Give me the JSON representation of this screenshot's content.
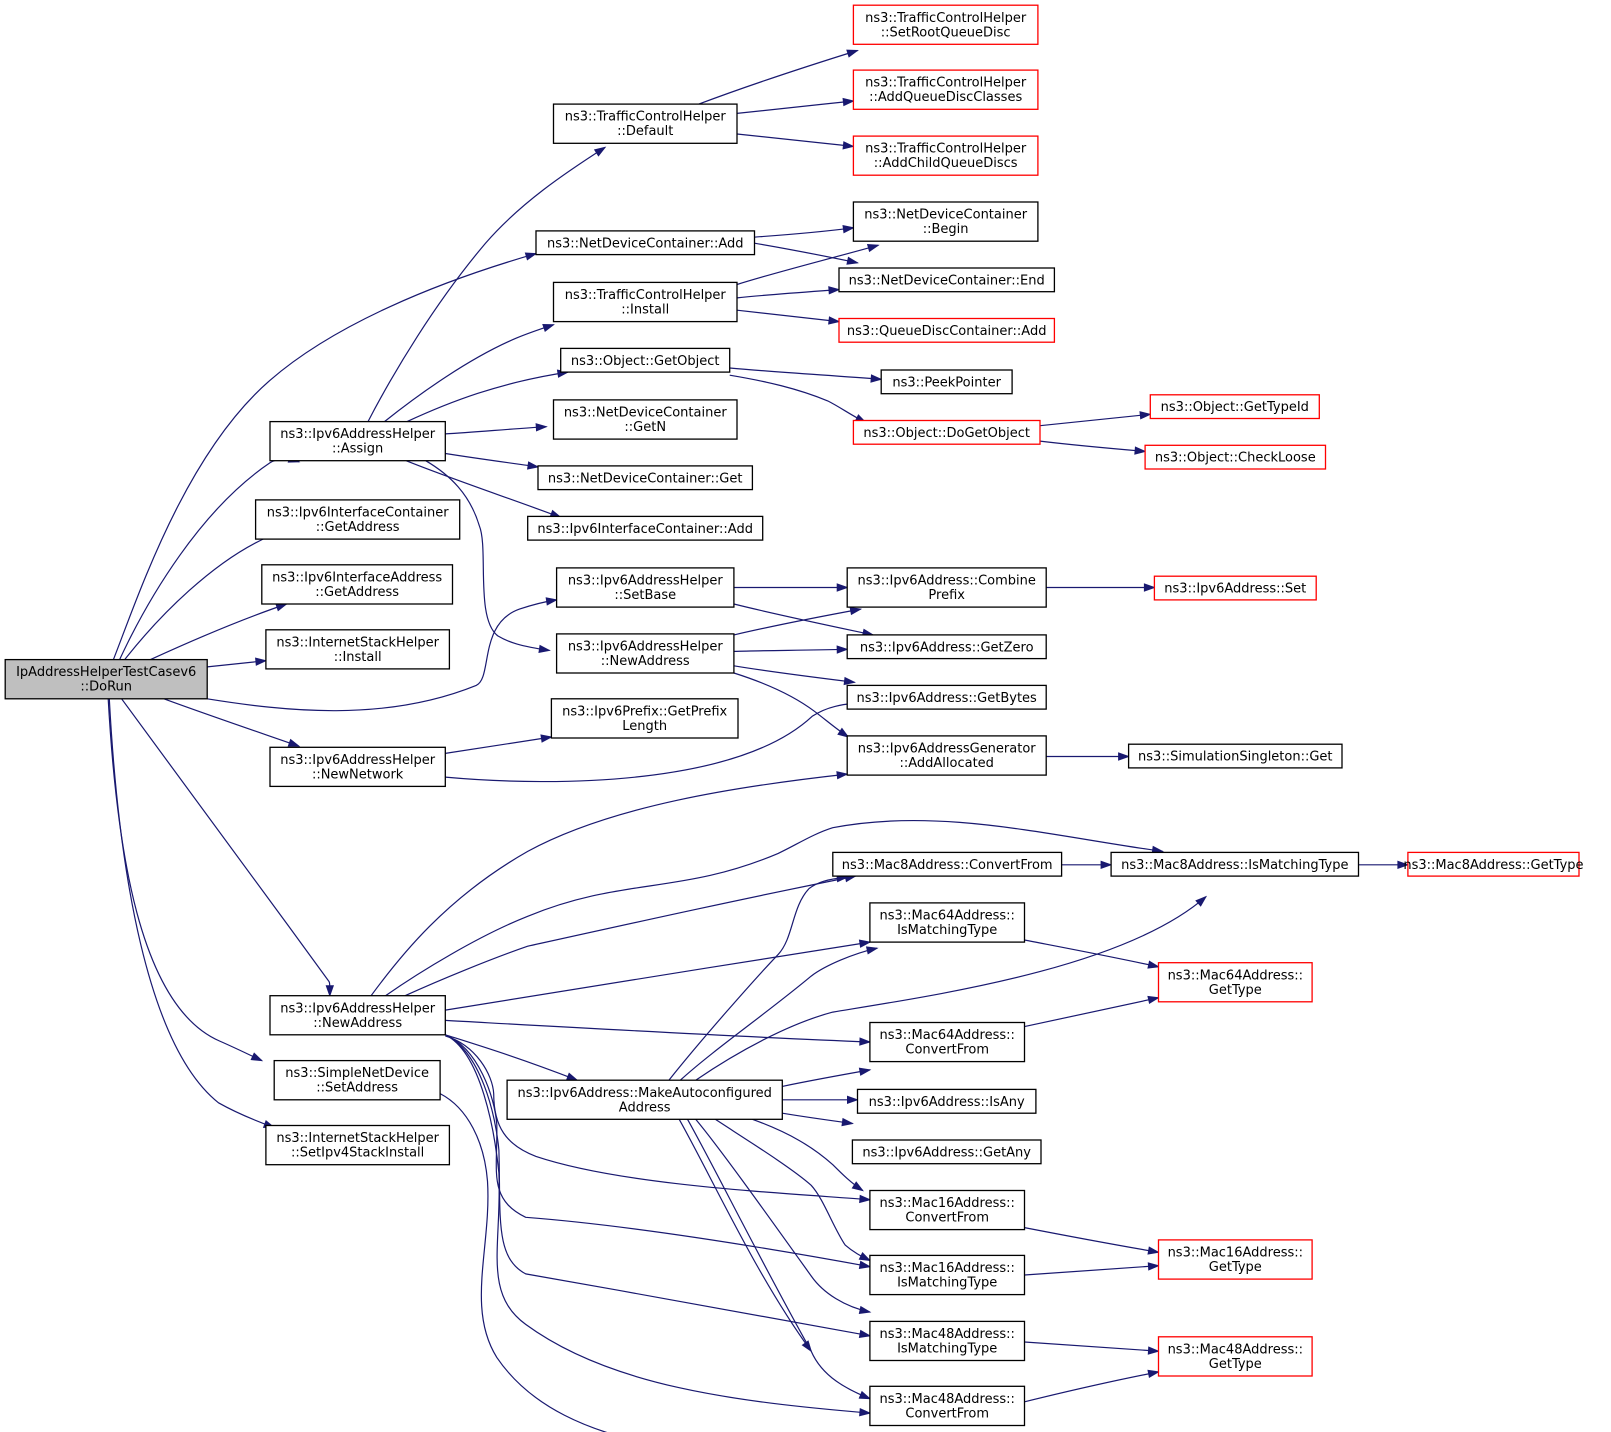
{
  "title": "",
  "colors": {
    "edge": "#191970",
    "node_border": "#000000",
    "external_node_border": "#ff0000",
    "root_fill": "#bfbfbf"
  },
  "nodes": {
    "root": [
      "IpAddressHelperTestCasev6",
      "::DoRun"
    ],
    "tch_setroot": [
      "ns3::TrafficControlHelper",
      "::SetRootQueueDisc"
    ],
    "tch_addclasses": [
      "ns3::TrafficControlHelper",
      "::AddQueueDiscClasses"
    ],
    "tch_addchild": [
      "ns3::TrafficControlHelper",
      "::AddChildQueueDiscs"
    ],
    "tch_default": [
      "ns3::TrafficControlHelper",
      "::Default"
    ],
    "ndc_begin": [
      "ns3::NetDeviceContainer",
      "::Begin"
    ],
    "ndc_add": [
      "ns3::NetDeviceContainer::Add"
    ],
    "ndc_end": [
      "ns3::NetDeviceContainer::End"
    ],
    "tch_install": [
      "ns3::TrafficControlHelper",
      "::Install"
    ],
    "qdc_add": [
      "ns3::QueueDiscContainer::Add"
    ],
    "obj_getobject": [
      "ns3::Object::GetObject"
    ],
    "peekpointer": [
      "ns3::PeekPointer"
    ],
    "obj_gettypeid": [
      "ns3::Object::GetTypeId"
    ],
    "obj_dogetobject": [
      "ns3::Object::DoGetObject"
    ],
    "obj_checkloose": [
      "ns3::Object::CheckLoose"
    ],
    "ndc_getn": [
      "ns3::NetDeviceContainer",
      "::GetN"
    ],
    "ipv6ah_assign": [
      "ns3::Ipv6AddressHelper",
      "::Assign"
    ],
    "ndc_get": [
      "ns3::NetDeviceContainer::Get"
    ],
    "ipv6ic_getaddress": [
      "ns3::Ipv6InterfaceContainer",
      "::GetAddress"
    ],
    "ipv6ic_add": [
      "ns3::Ipv6InterfaceContainer::Add"
    ],
    "ipv6ia_getaddress": [
      "ns3::Ipv6InterfaceAddress",
      "::GetAddress"
    ],
    "ipv6ah_setbase": [
      "ns3::Ipv6AddressHelper",
      "::SetBase"
    ],
    "ipv6a_combine": [
      "ns3::Ipv6Address::Combine",
      "Prefix"
    ],
    "ipv6a_set": [
      "ns3::Ipv6Address::Set"
    ],
    "ish_install": [
      "ns3::InternetStackHelper",
      "::Install"
    ],
    "ipv6ah_newaddress1": [
      "ns3::Ipv6AddressHelper",
      "::NewAddress"
    ],
    "ipv6a_getzero": [
      "ns3::Ipv6Address::GetZero"
    ],
    "ipv6p_getprefixlength": [
      "ns3::Ipv6Prefix::GetPrefix",
      "Length"
    ],
    "ipv6a_getbytes": [
      "ns3::Ipv6Address::GetBytes"
    ],
    "ipv6ah_newnetwork": [
      "ns3::Ipv6AddressHelper",
      "::NewNetwork"
    ],
    "ipv6ag_addallocated": [
      "ns3::Ipv6AddressGenerator",
      "::AddAllocated"
    ],
    "ss_get": [
      "ns3::SimulationSingleton::Get"
    ],
    "mac8_convertfrom": [
      "ns3::Mac8Address::ConvertFrom"
    ],
    "mac8_ismatchingtype": [
      "ns3::Mac8Address::IsMatchingType"
    ],
    "mac8_gettype": [
      "ns3::Mac8Address::GetType"
    ],
    "mac64_ismatchingtype": [
      "ns3::Mac64Address::",
      "IsMatchingType"
    ],
    "mac64_gettype": [
      "ns3::Mac64Address::",
      "GetType"
    ],
    "ipv6ah_newaddress2": [
      "ns3::Ipv6AddressHelper",
      "::NewAddress"
    ],
    "mac64_convertfrom": [
      "ns3::Mac64Address::",
      "ConvertFrom"
    ],
    "snd_setaddress": [
      "ns3::SimpleNetDevice",
      "::SetAddress"
    ],
    "ipv6a_makeauto": [
      "ns3::Ipv6Address::MakeAutoconfigured",
      "Address"
    ],
    "ipv6a_isany": [
      "ns3::Ipv6Address::IsAny"
    ],
    "ipv6a_getany": [
      "ns3::Ipv6Address::GetAny"
    ],
    "ish_setipv4": [
      "ns3::InternetStackHelper",
      "::SetIpv4StackInstall"
    ],
    "mac16_convertfrom": [
      "ns3::Mac16Address::",
      "ConvertFrom"
    ],
    "mac16_gettype": [
      "ns3::Mac16Address::",
      "GetType"
    ],
    "mac16_ismatchingtype": [
      "ns3::Mac16Address::",
      "IsMatchingType"
    ],
    "mac48_ismatchingtype": [
      "ns3::Mac48Address::",
      "IsMatchingType"
    ],
    "mac48_gettype": [
      "ns3::Mac48Address::",
      "GetType"
    ],
    "mac48_convertfrom": [
      "ns3::Mac48Address::",
      "ConvertFrom"
    ]
  }
}
